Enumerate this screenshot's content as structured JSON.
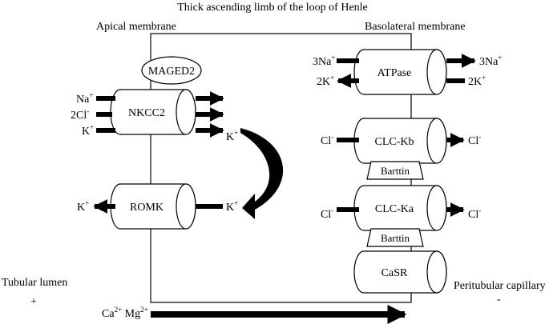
{
  "title": "Thick ascending limb of the loop of Henle",
  "apical_label": "Apical membrane",
  "basolateral_label": "Basolateral membrane",
  "maged2": "MAGED2",
  "nkcc2": {
    "label": "NKCC2",
    "in_ions": [
      {
        "base": "Na",
        "sup": "+"
      },
      {
        "base": "2Cl",
        "sup": "-"
      },
      {
        "base": "K",
        "sup": "+"
      }
    ],
    "out_k": {
      "base": "K",
      "sup": "+"
    }
  },
  "romk": {
    "label": "ROMK",
    "in_k": {
      "base": "K",
      "sup": "+"
    },
    "out_k": {
      "base": "K",
      "sup": "+"
    }
  },
  "atpase": {
    "label": "ATPase",
    "na_in": {
      "base": "3Na",
      "sup": "+"
    },
    "k_out": {
      "base": "2K",
      "sup": "+"
    },
    "na_out": {
      "base": "3Na",
      "sup": "+"
    },
    "k_in": {
      "base": "2K",
      "sup": "+"
    }
  },
  "clc_kb": {
    "label": "CLC-Kb",
    "in": {
      "base": "Cl",
      "sup": "-"
    },
    "out": {
      "base": "Cl",
      "sup": "-"
    }
  },
  "clc_ka": {
    "label": "CLC-Ka",
    "in": {
      "base": "Cl",
      "sup": "-"
    },
    "out": {
      "base": "Cl",
      "sup": "-"
    }
  },
  "barttin": "Barttin",
  "casr": "CaSR",
  "tubular_lumen": "Tubular lumen",
  "lumen_charge": "+",
  "peritubular": "Peritubular capillary",
  "peritubular_charge": "-",
  "divalent": {
    "ca": {
      "base": "Ca",
      "sup": "2+"
    },
    "mg": {
      "base": "Mg",
      "sup": "2+"
    }
  }
}
